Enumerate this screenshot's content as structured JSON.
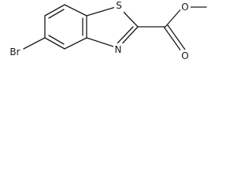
{
  "structure": {
    "atoms": {
      "bromine": "Br",
      "sulfur": "S",
      "nitrogen": "N",
      "carbonyl_oxygen": "O",
      "ester_oxygen": "O"
    }
  }
}
